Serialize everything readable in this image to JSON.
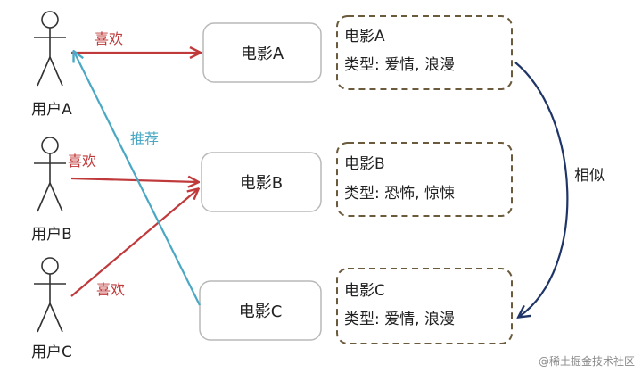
{
  "users": [
    {
      "label": "用户A"
    },
    {
      "label": "用户B"
    },
    {
      "label": "用户C"
    }
  ],
  "movies": [
    {
      "label": "电影A"
    },
    {
      "label": "电影B"
    },
    {
      "label": "电影C"
    }
  ],
  "movie_details": [
    {
      "name": "电影A",
      "type": "类型: 爱情, 浪漫"
    },
    {
      "name": "电影B",
      "type": "类型: 恐怖, 惊悚"
    },
    {
      "name": "电影C",
      "type": "类型: 爱情, 浪漫"
    }
  ],
  "edges": {
    "like": "喜欢",
    "recommend": "推荐",
    "similar": "相似"
  },
  "watermark": "@稀土掘金技术社区",
  "colors": {
    "like": "#c0393b",
    "recommend": "#4aa8c4",
    "similar": "#1f3568",
    "box_border": "#b9b9b9",
    "detail_border": "#6b5a3c",
    "text": "#222222"
  }
}
